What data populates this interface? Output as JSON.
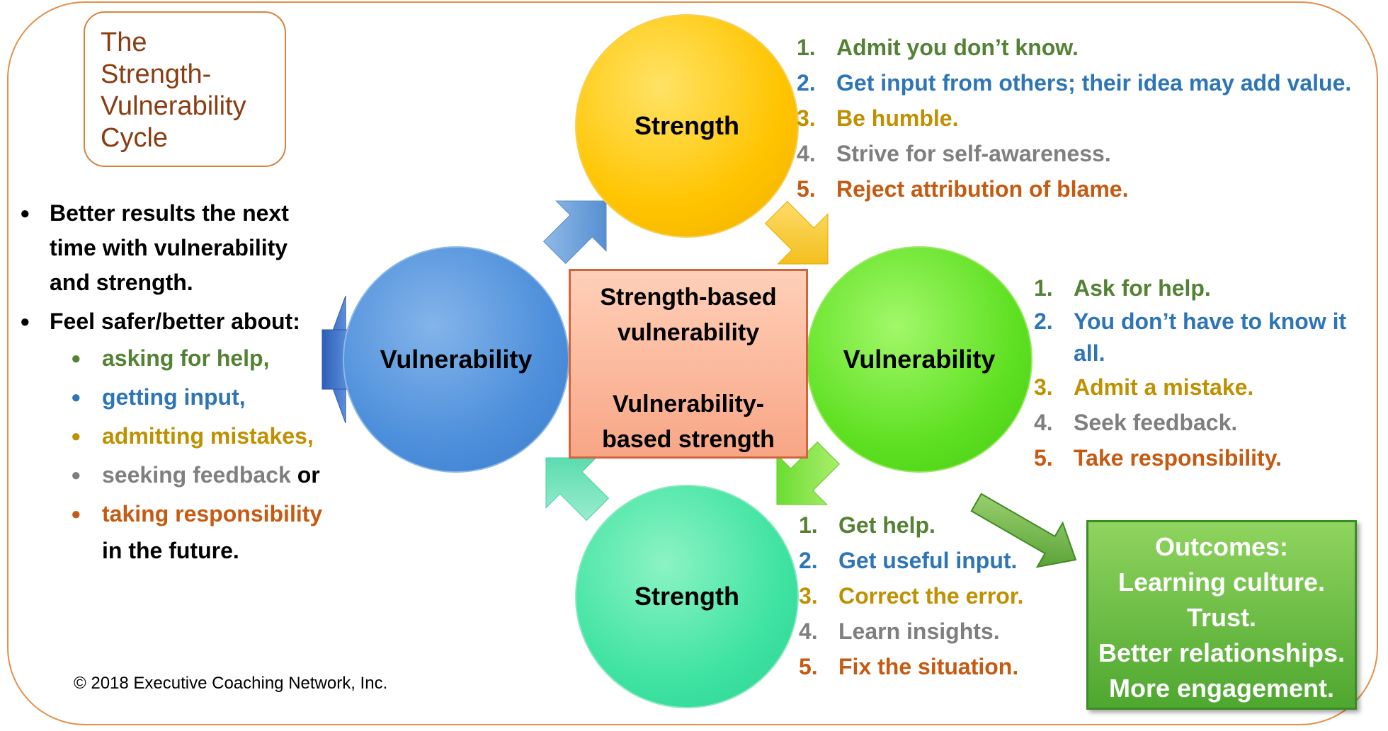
{
  "title": "The\nStrength-\nVulnerability\nCycle",
  "colors": {
    "green": "#548235",
    "blue": "#2e75b6",
    "gold": "#bf9000",
    "gray": "#7f7f7f",
    "orange": "#c55a11"
  },
  "circles": {
    "top": "Strength",
    "right": "Vulnerability",
    "bottom": "Strength",
    "left": "Vulnerability"
  },
  "center": {
    "line1": "Strength-based",
    "line2": "vulnerability",
    "line3": "Vulnerability-",
    "line4": "based strength"
  },
  "top_list": [
    {
      "n": "1.",
      "t": "Admit you don’t know."
    },
    {
      "n": "2.",
      "t": "Get input from others; their idea may add value."
    },
    {
      "n": "3.",
      "t": "Be humble."
    },
    {
      "n": "4.",
      "t": "Strive for self-awareness."
    },
    {
      "n": "5.",
      "t": "Reject attribution of blame."
    }
  ],
  "right_list": [
    {
      "n": "1.",
      "t": "Ask for help."
    },
    {
      "n": "2.",
      "t": "You don’t have to know it",
      "t2": "all."
    },
    {
      "n": "3.",
      "t": "Admit a mistake."
    },
    {
      "n": "4.",
      "t": "Seek feedback."
    },
    {
      "n": "5.",
      "t": "Take responsibility."
    }
  ],
  "bottom_list": [
    {
      "n": "1.",
      "t": "Get help."
    },
    {
      "n": "2.",
      "t": "Get useful input."
    },
    {
      "n": "3.",
      "t": "Correct the error."
    },
    {
      "n": "4.",
      "t": "Learn insights."
    },
    {
      "n": "5.",
      "t": "Fix the situation."
    }
  ],
  "left": {
    "bullet1_l1": "Better results the next",
    "bullet1_l2": "time with vulnerability",
    "bullet1_l3": "and strength.",
    "bullet2": "Feel safer/better about:",
    "sub1": "asking for help,",
    "sub2": "getting input,",
    "sub3": "admitting mistakes,",
    "sub4": "seeking feedback",
    "sub4_or": " or",
    "sub5": "taking responsibility",
    "sub5_cont": "in the future."
  },
  "outcomes": {
    "l1": "Outcomes:",
    "l2": "Learning culture.",
    "l3": "Trust.",
    "l4": "Better relationships.",
    "l5": "More engagement."
  },
  "copyright": "© 2018 Executive Coaching Network, Inc."
}
